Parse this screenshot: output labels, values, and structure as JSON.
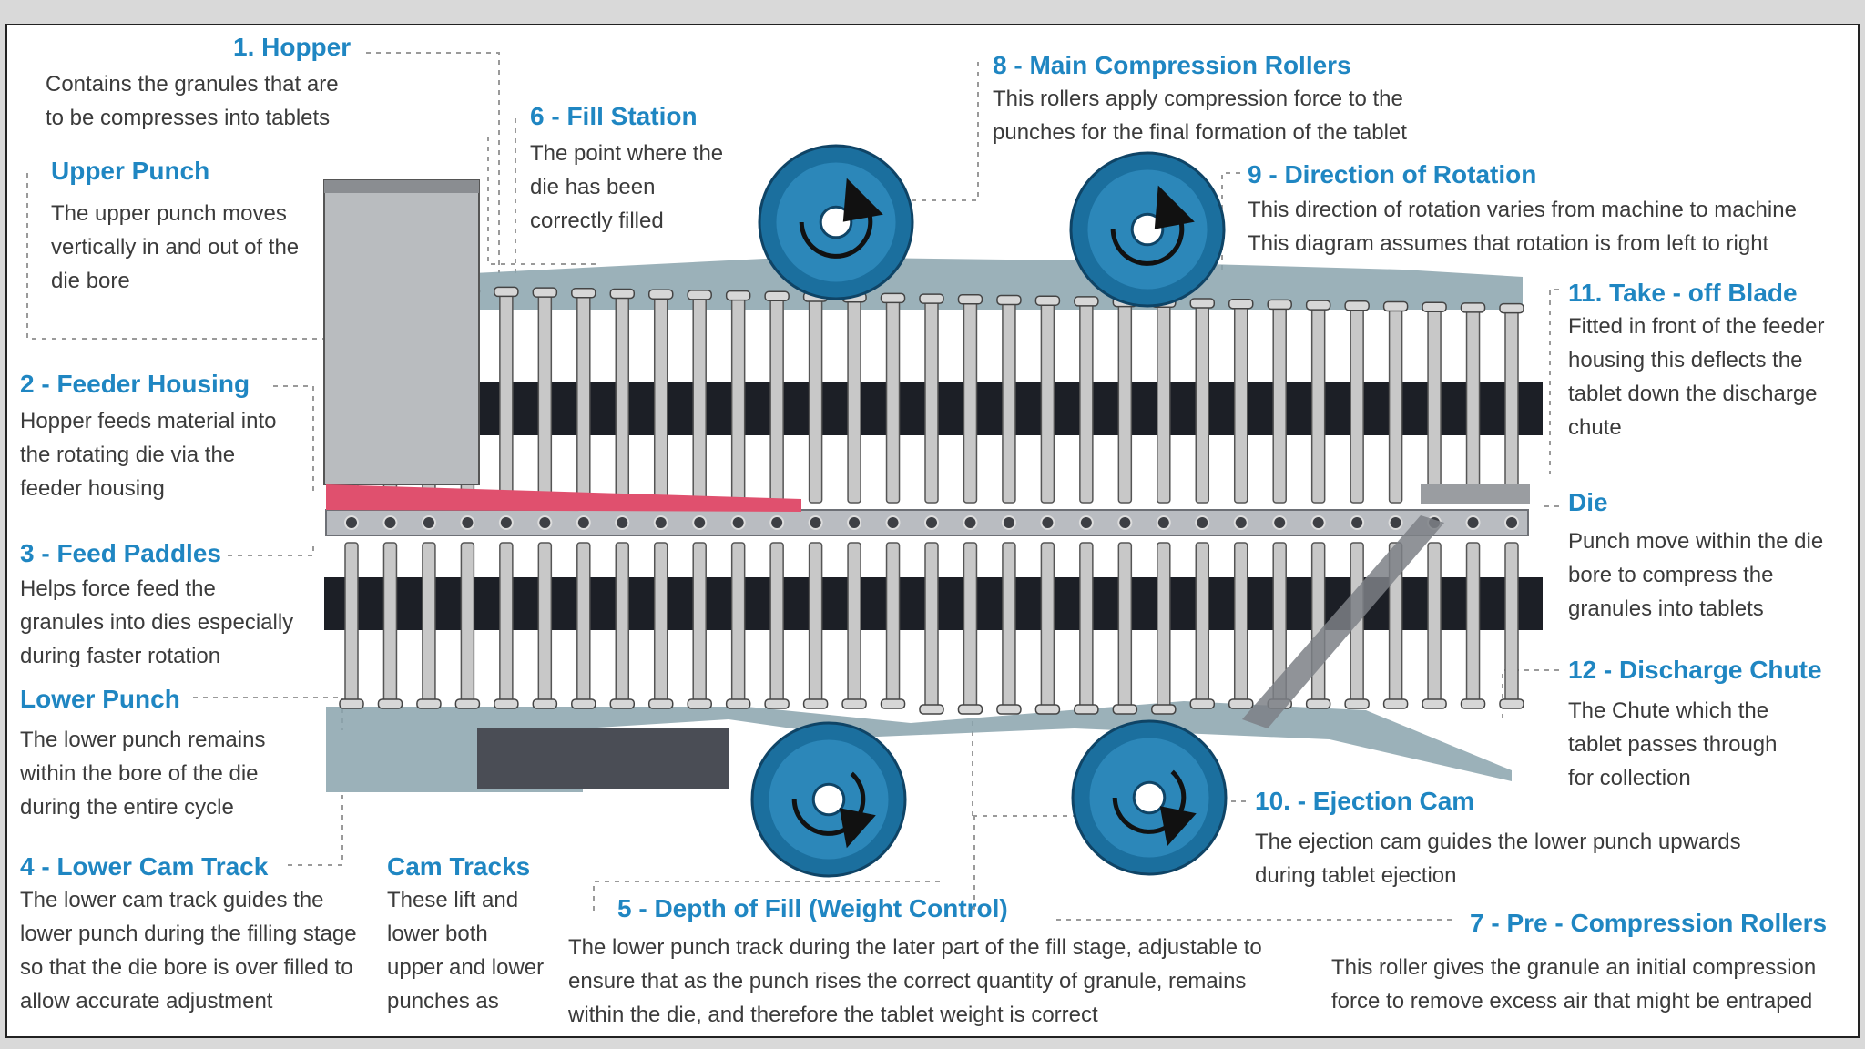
{
  "colors": {
    "title": "#1f86c2",
    "text": "#3b3b3b",
    "roller": "#1b6f9e",
    "roller_light": "#3a9bd0",
    "punch": "#c8c8c8",
    "belt": "#1c1f26",
    "feed_strip": "#e0506e",
    "track": "#8aa3ad"
  },
  "callouts": [
    {
      "id": "hopper",
      "title": "1. Hopper",
      "desc": [
        "Contains the granules that are",
        "to be compresses into tablets"
      ]
    },
    {
      "id": "upper-punch",
      "title": "Upper Punch",
      "desc": [
        "The upper punch moves",
        "vertically in and out of the",
        "die bore"
      ]
    },
    {
      "id": "feeder-housing",
      "title": "2 - Feeder Housing",
      "desc": [
        "Hopper feeds material into",
        "the rotating die via the",
        "feeder housing"
      ]
    },
    {
      "id": "feed-paddles",
      "title": "3 - Feed Paddles",
      "desc": [
        "Helps force feed the",
        "granules into dies especially",
        "during faster rotation"
      ]
    },
    {
      "id": "lower-punch",
      "title": "Lower Punch",
      "desc": [
        "The  lower punch remains",
        "within the bore of the die",
        "during the entire cycle"
      ]
    },
    {
      "id": "lower-cam-track",
      "title": "4 - Lower Cam Track",
      "desc": [
        "The lower cam track guides the",
        "lower punch during the filling stage",
        "so that the die bore is over filled to",
        "allow accurate adjustment"
      ]
    },
    {
      "id": "cam-tracks",
      "title": "Cam Tracks",
      "desc": [
        "These lift and",
        "lower both",
        "upper and lower",
        "punches as"
      ]
    },
    {
      "id": "fill-station",
      "title": "6 - Fill Station",
      "desc": [
        "The point where the",
        "die has been",
        "correctly filled"
      ]
    },
    {
      "id": "main-compression-rollers",
      "title": "8 - Main Compression Rollers",
      "desc": [
        "This rollers apply compression force to the",
        "punches for the final formation of the tablet"
      ]
    },
    {
      "id": "direction-of-rotation",
      "title": "9 - Direction of Rotation",
      "desc": [
        "This direction of rotation varies from machine to machine",
        "This diagram assumes that rotation is from left to right"
      ]
    },
    {
      "id": "take-off-blade",
      "title": "11. Take - off Blade",
      "desc": [
        "Fitted in front of the feeder",
        "housing this deflects the",
        "tablet down the discharge",
        "chute"
      ]
    },
    {
      "id": "die",
      "title": "Die",
      "desc": [
        "Punch move within the die",
        "bore to compress the",
        "granules into tablets"
      ]
    },
    {
      "id": "discharge-chute",
      "title": "12 - Discharge Chute",
      "desc": [
        "The Chute which the",
        "tablet passes through",
        "for collection"
      ]
    },
    {
      "id": "ejection-cam",
      "title": "10. - Ejection Cam",
      "desc": [
        "The ejection cam guides the lower punch upwards",
        "during tablet ejection"
      ]
    },
    {
      "id": "depth-of-fill",
      "title": "5 - Depth of Fill (Weight Control)",
      "desc": [
        "The lower punch track during the later part of the fill stage, adjustable to",
        "ensure that as the punch rises the correct quantity of granule, remains",
        "within the die, and therefore the tablet weight is correct"
      ]
    },
    {
      "id": "pre-compression-rollers",
      "title": "7 - Pre - Compression Rollers",
      "desc": [
        "This roller gives the granule an initial compression",
        "force to remove excess air that might be entraped"
      ]
    }
  ]
}
